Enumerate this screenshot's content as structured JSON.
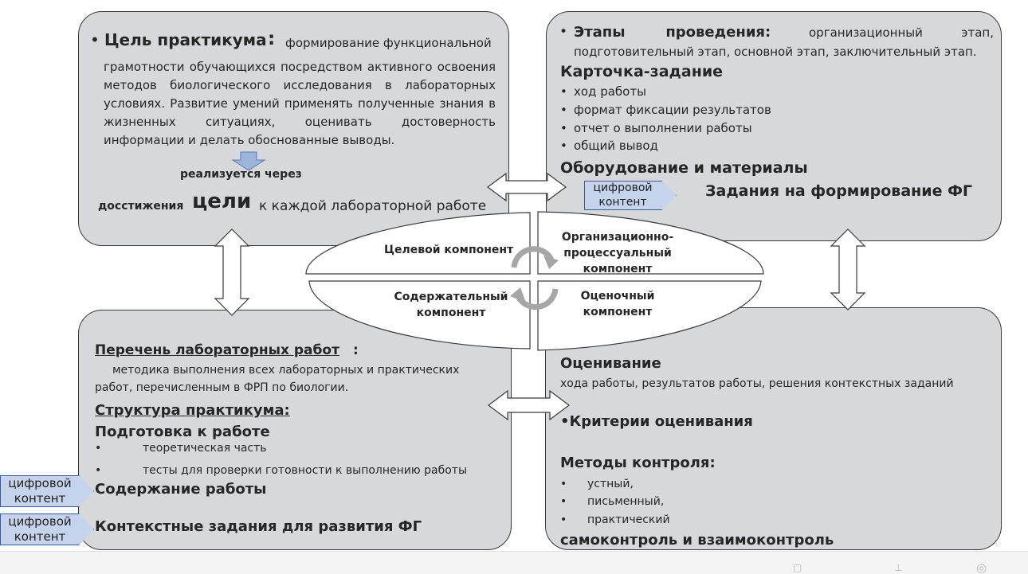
{
  "top_left": {
    "goal_bullet": "•",
    "goal_title": "Цель практикума",
    "goal_colon": ":",
    "goal_line1_rest": "формирование функциональной",
    "goal_lines": [
      "грамотности обучающихся посредством активного освоения",
      "методов биологического исследования в лабораторных",
      "условиях. Развитие умений применять полученные знания в",
      "жизненных ситуациях, оценивать достоверность",
      "информации и делать обоснованные выводы."
    ],
    "realized_through": "реализуется через",
    "achievement_word": "досстижения",
    "goal_word": "цели",
    "to_each_lab": "к  каждой лабораторной работе"
  },
  "top_right": {
    "stages_bullet": "•",
    "stages_title": "Этапы проведения",
    "stages_colon": ":",
    "stages_line1_rest": "организационный этап,",
    "stages_line2": "подготовительный этап, основной этап, заключительный этап.",
    "card_title": "Карточка-задание",
    "card_items": [
      "ход работы",
      "формат фиксации результатов",
      "отчет о выполнении работы",
      "общий вывод"
    ],
    "equipment_title": "Оборудование и материалы",
    "digital_content": "цифровой контент",
    "fg_tasks": "Задания на формирование ФГ"
  },
  "center": {
    "target": "Целевой компонент",
    "organizational": [
      "Организационно-",
      "процессуальный",
      "компонент"
    ],
    "content": [
      "Содержательный",
      "компонент"
    ],
    "evaluative": [
      "Оценочный",
      "компонент"
    ]
  },
  "bottom_left": {
    "labs_title": "Перечень лабораторных работ",
    "labs_colon": ":",
    "labs_text": [
      "методика выполнения всех  лабораторных и практических",
      "работ, перечисленным в ФРП по биологии."
    ],
    "structure_title": "Структура  практикума:",
    "prep_title": "Подготовка к работе",
    "prep_items": [
      "теоретическая часть",
      "тесты для проверки готовности к выполнению работы"
    ],
    "digital_content_1": "цифровой контент",
    "content_title": "Содержание работы",
    "digital_content_2": "цифровой контент",
    "context_title": "Контекстные задания для развития ФГ"
  },
  "bottom_right": {
    "evaluation_title": "Оценивание",
    "evaluation_text": "хода работы, результатов работы, решения контекстных заданий",
    "criteria": "•Критерии оценивания",
    "methods_title": "Методы контроля:",
    "methods_items": [
      "устный,",
      "письменный,",
      "практический"
    ],
    "self_control": "самоконтроль и взаимоконтроль"
  },
  "bullet": "•",
  "colors": {
    "panel": "#d6d8db",
    "border": "#3b3b3b",
    "chevron": "#c5d3ec",
    "down_arrow": "#9db4dd"
  }
}
